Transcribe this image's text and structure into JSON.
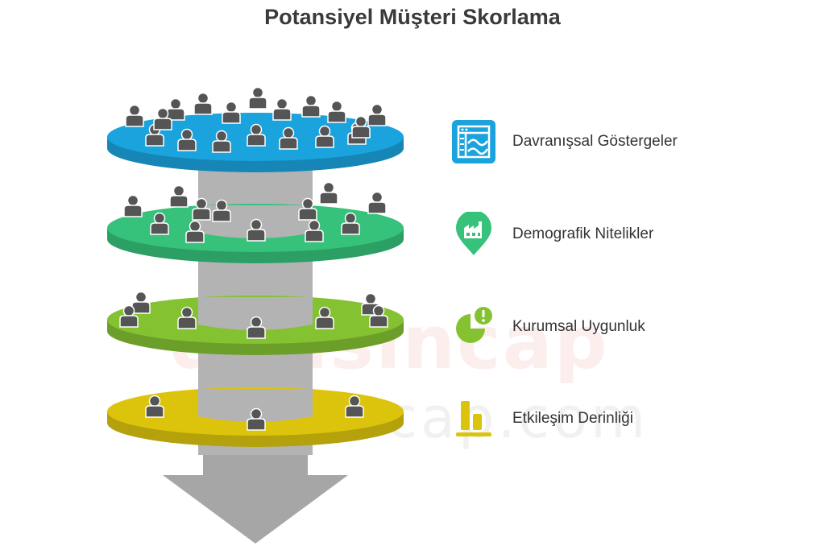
{
  "title": "Potansiyel Müşteri Skorlama",
  "watermark": {
    "brand": "delisincap",
    "site": "delisincap.com"
  },
  "tiers": [
    {
      "label": "Davranışsal Göstergeler",
      "color": "#1aa3dd",
      "icon": "analytics-dashboard-icon",
      "people": 18
    },
    {
      "label": "Demografik Nitelikler",
      "color": "#36c27a",
      "icon": "factory-location-pin-icon",
      "people": 12
    },
    {
      "label": "Kurumsal Uygunluk",
      "color": "#84c232",
      "icon": "pie-chart-alert-icon",
      "people": 7
    },
    {
      "label": "Etkileşim Derinliği",
      "color": "#dcc40d",
      "icon": "bar-chart-icon",
      "people": 3
    }
  ]
}
